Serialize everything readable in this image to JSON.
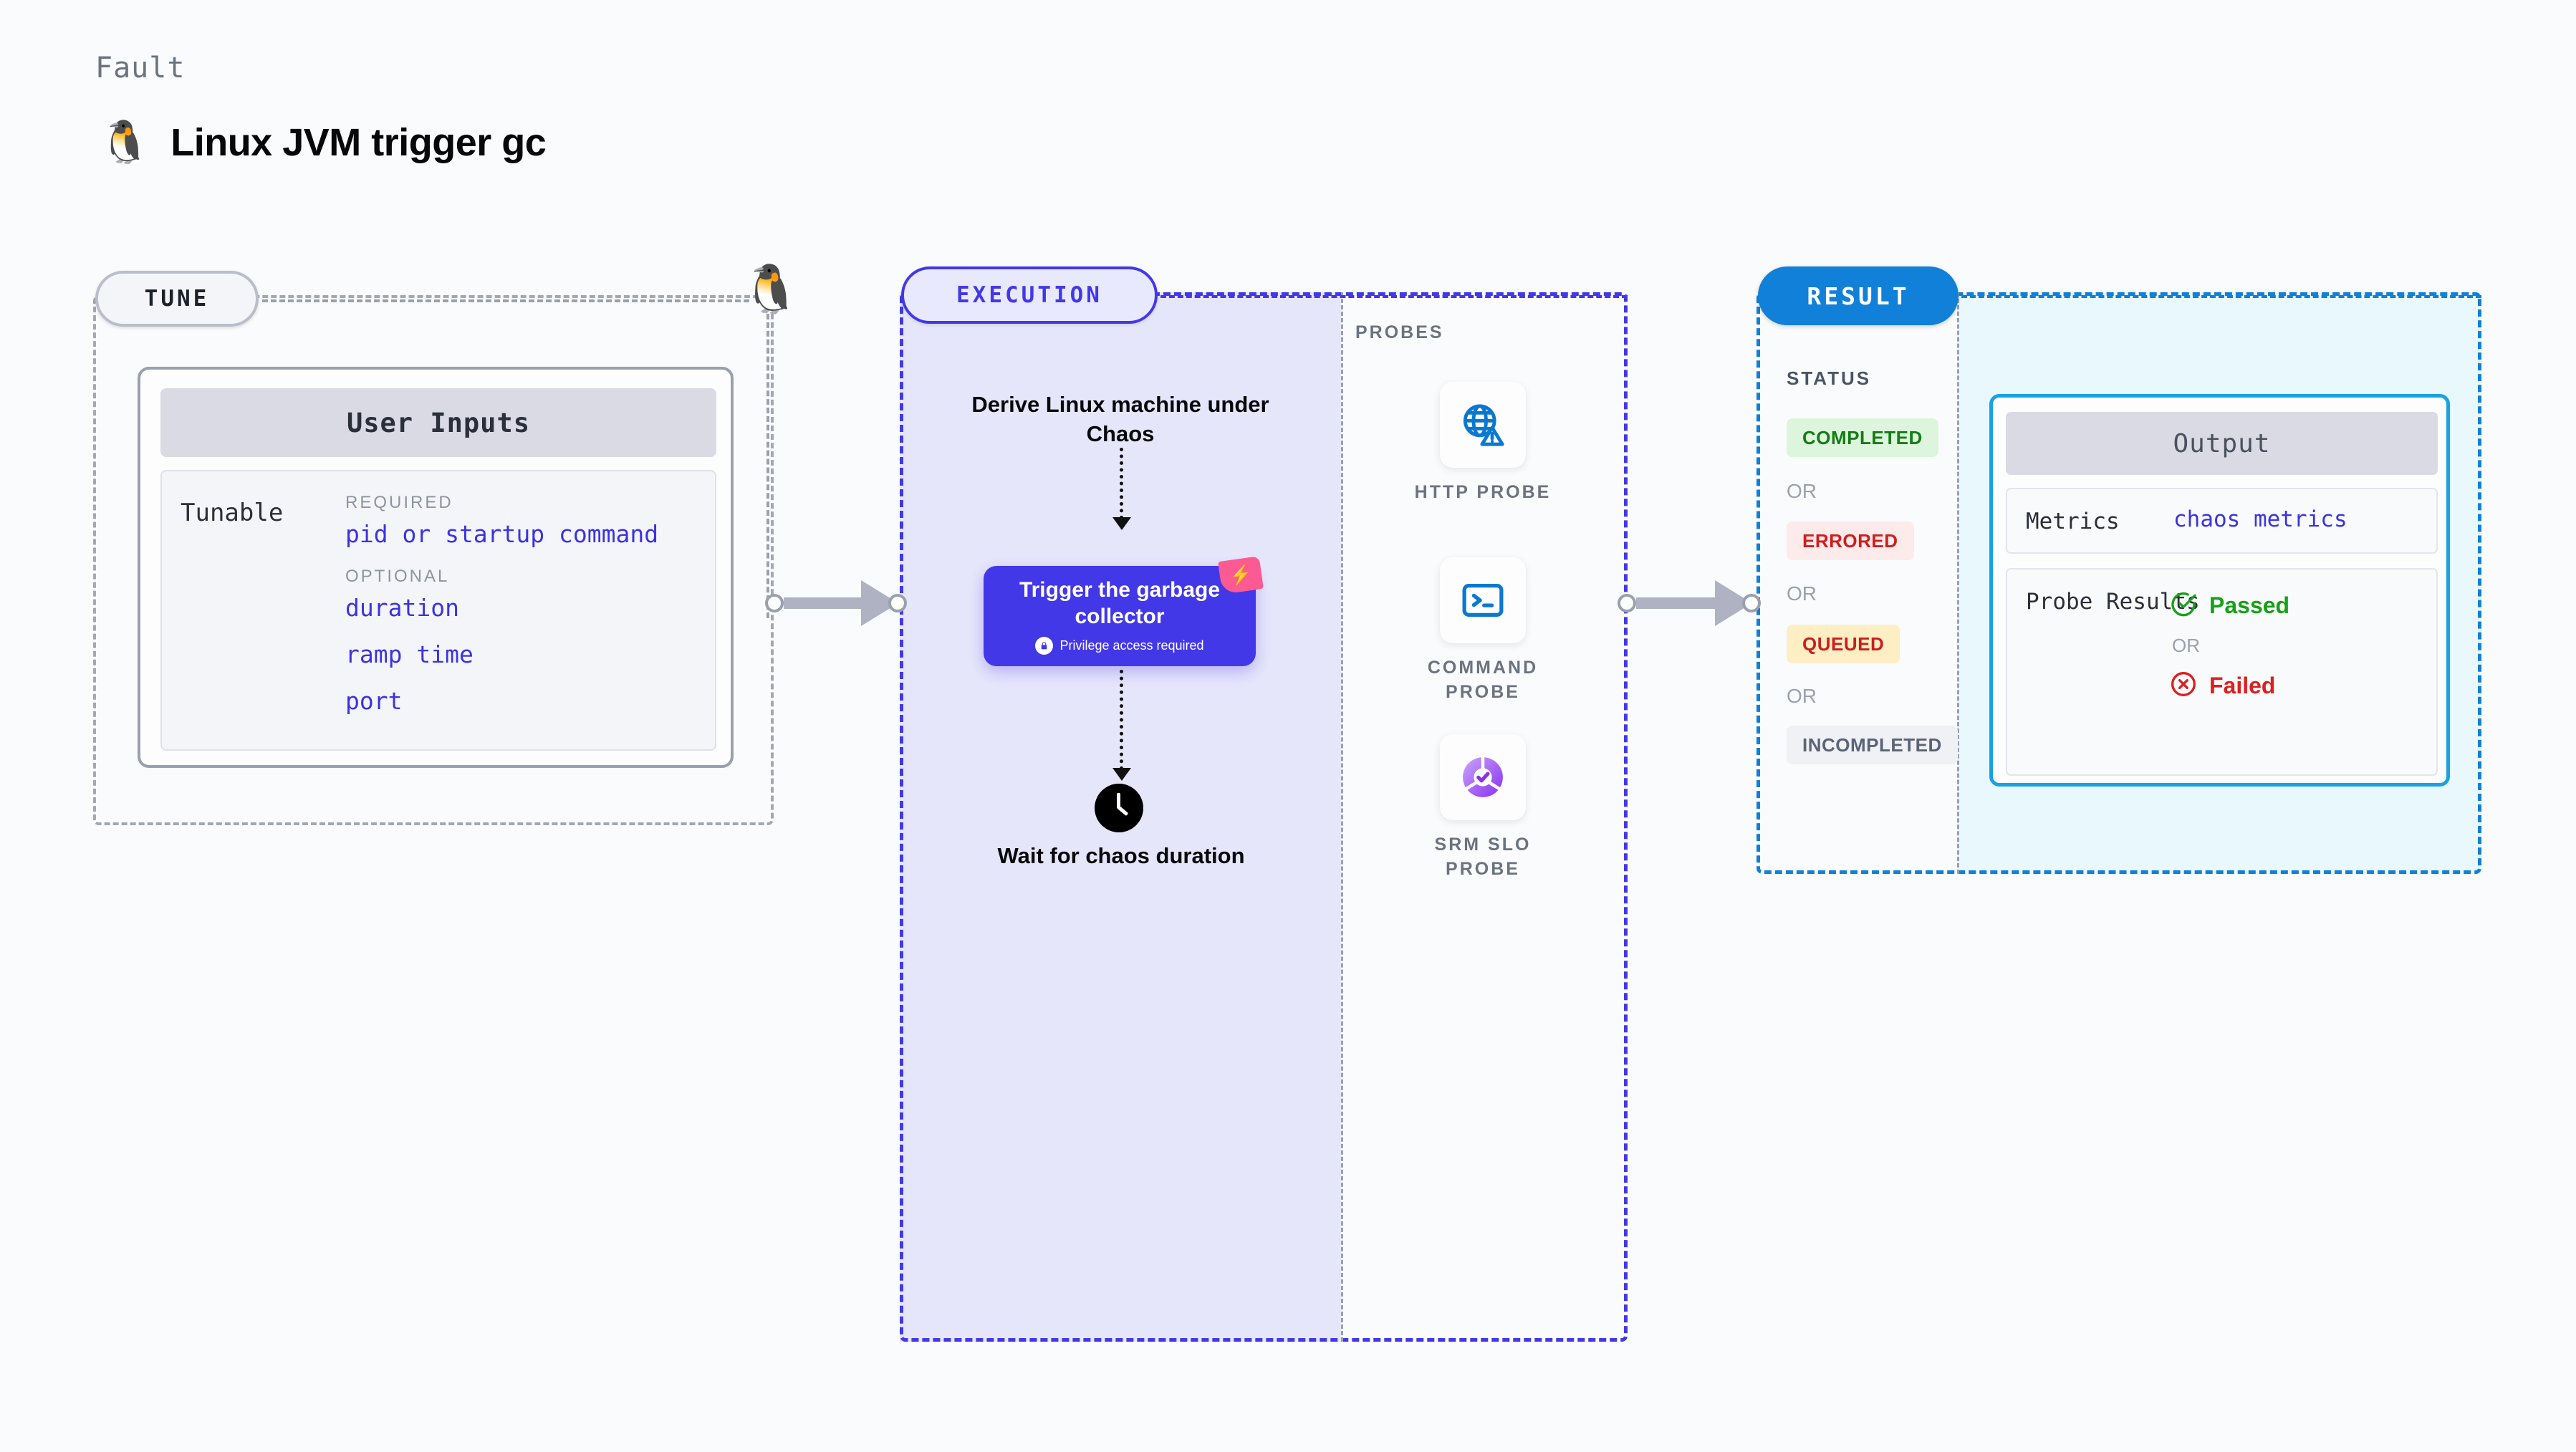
{
  "header": {
    "eyebrow": "Fault",
    "title": "Linux JVM trigger gc",
    "icon": "linux-penguin-icon"
  },
  "stages": {
    "tune": {
      "label": "TUNE"
    },
    "execution": {
      "label": "EXECUTION"
    },
    "result": {
      "label": "RESULT"
    }
  },
  "tune": {
    "card_title": "User Inputs",
    "row_label": "Tunable",
    "groups": [
      {
        "label": "REQUIRED",
        "fields": [
          "pid or startup command"
        ]
      },
      {
        "label": "OPTIONAL",
        "fields": [
          "duration",
          "ramp time",
          "port"
        ]
      }
    ]
  },
  "execution": {
    "derive_label": "Derive Linux machine under Chaos",
    "node": {
      "title": "Trigger the garbage collector",
      "privilege_note": "Privilege access required",
      "badge_icon": "chaos-bolt-ribbon-icon",
      "lock_icon": "lock-icon"
    },
    "wait_label": "Wait for chaos duration",
    "clock_icon": "clock-icon"
  },
  "probes": {
    "section_label": "PROBES",
    "items": [
      {
        "name": "HTTP PROBE",
        "icon": "globe-warning-icon"
      },
      {
        "name": "COMMAND PROBE",
        "icon": "terminal-prompt-icon"
      },
      {
        "name": "SRM SLO PROBE",
        "icon": "slo-donut-check-icon"
      }
    ]
  },
  "result": {
    "status_label": "STATUS",
    "or_label": "OR",
    "statuses": [
      {
        "label": "COMPLETED",
        "bg": "#ddf5dd",
        "fg": "#167c16"
      },
      {
        "label": "ERRORED",
        "bg": "#fdeaea",
        "fg": "#cd1f1f"
      },
      {
        "label": "QUEUED",
        "bg": "#fdeec4",
        "fg": "#c81f1f"
      },
      {
        "label": "INCOMPLETED",
        "bg": "#f0f1f5",
        "fg": "#5b6376"
      }
    ],
    "output": {
      "card_title": "Output",
      "metrics_key": "Metrics",
      "metrics_value": "chaos metrics",
      "probe_results_key": "Probe Results",
      "passed_label": "Passed",
      "failed_label": "Failed",
      "or_label": "OR",
      "passed_icon": "check-circle-icon",
      "failed_icon": "x-circle-icon"
    }
  },
  "colors": {
    "execution_accent": "#4338e8",
    "result_accent": "#1180d8",
    "output_accent": "#18a3e0",
    "link": "#3b33e0",
    "chaos_pink": "#fb5a93"
  }
}
